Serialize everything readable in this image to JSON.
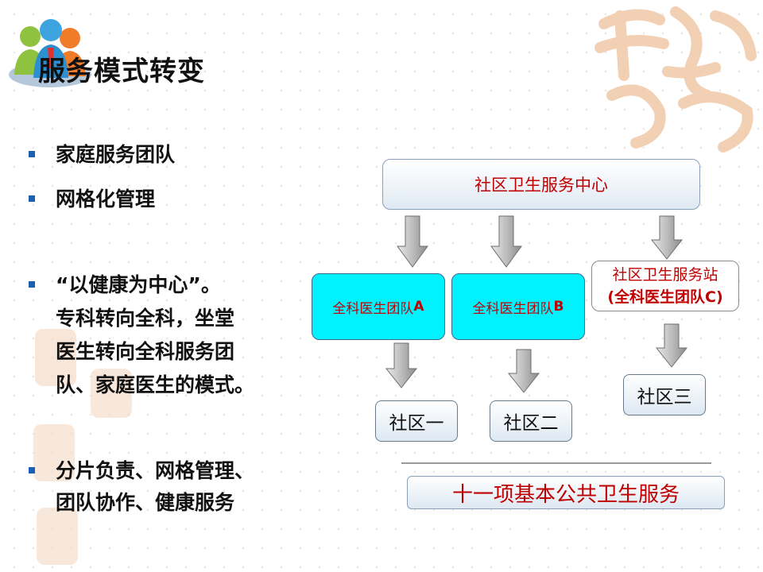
{
  "slide": {
    "title": "服务模式转变",
    "bullets": [
      {
        "lines": [
          "家庭服务团队"
        ]
      },
      {
        "lines": [
          "网格化管理"
        ]
      },
      {
        "lines": [
          "“以健康为中心”。",
          "专科转向全科，坐堂",
          "医生转向全科服务团",
          "队、家庭医生的模式。"
        ]
      },
      {
        "lines": [
          "分片负责、网格管理、",
          "团队协作、健康服务"
        ]
      }
    ]
  },
  "diagram": {
    "center": "社区卫生服务中心",
    "team_a_text": "全科医生团队",
    "team_a_letter": "A",
    "team_b_text": "全科医生团队",
    "team_b_letter": "B",
    "station_line1": "社区卫生服务站",
    "station_line2": "(全科医生团队C)",
    "community1": "社区一",
    "community2": "社区二",
    "community3": "社区三",
    "services": "十一项基本公共卫生服务"
  },
  "colors": {
    "accent_red": "#c00000",
    "team_fill": "#00f2ff",
    "bullet_blue": "#1a5fb4"
  },
  "icons": [
    "people-logo-icon",
    "auspicious-calligraphy-watermark"
  ]
}
